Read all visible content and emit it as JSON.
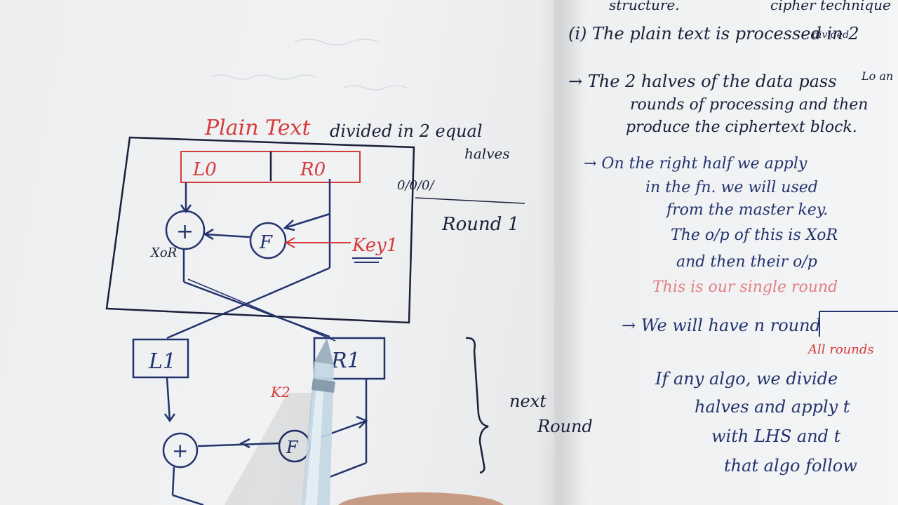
{
  "diagram": {
    "title_red": "Plain Text",
    "title_black": "divided in 2 equal",
    "title_black2": "halves",
    "l0": "L0",
    "r0": "R0",
    "xor_symbol": "+",
    "f_symbol": "F",
    "key1": "Key1",
    "bits": "0/0/0/",
    "round1": "Round 1",
    "xor_label": "XoR",
    "l1": "L1",
    "r1": "R1",
    "k2": "K2",
    "next_round_1": "next",
    "next_round_2": "Round"
  },
  "notes": {
    "lines": [
      {
        "text": "structure.",
        "color": "#1a1f3a"
      },
      {
        "text": "cipher technique",
        "color": "#1a1f3a"
      },
      {
        "text": "(i) The plain text is processed in 2",
        "color": "#1a1f3a"
      },
      {
        "text": "divided",
        "color": "#1a1f3a"
      },
      {
        "text": "Lo an",
        "color": "#1a1f3a"
      },
      {
        "text": "→ The 2 halves of the data pass",
        "color": "#1a1f3a"
      },
      {
        "text": "rounds of processing and then",
        "color": "#1a1f3a"
      },
      {
        "text": "produce the ciphertext block.",
        "color": "#1a1f3a"
      },
      {
        "text": "→ On the right half we apply",
        "color": "#23336e"
      },
      {
        "text": "in the fn. we will used",
        "color": "#23336e"
      },
      {
        "text": "from the master key.",
        "color": "#23336e"
      },
      {
        "text": "The o/p of this is XoR",
        "color": "#23336e"
      },
      {
        "text": "and then their o/p",
        "color": "#23336e"
      },
      {
        "text": "This is our single round",
        "color": "#e47f86"
      },
      {
        "text": "→ We will have n round",
        "color": "#23336e"
      },
      {
        "text": "All rounds",
        "color": "#d63a3a"
      },
      {
        "text": "If any algo, we divide",
        "color": "#23336e"
      },
      {
        "text": "halves and apply t",
        "color": "#23336e"
      },
      {
        "text": "with LHS and t",
        "color": "#23336e"
      },
      {
        "text": "that algo follow",
        "color": "#23336e"
      }
    ]
  }
}
